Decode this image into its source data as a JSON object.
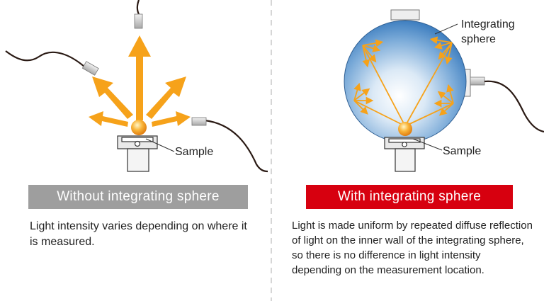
{
  "colors": {
    "arrow": "#f6a21a",
    "sphere_dark": "#3f7fc0",
    "sphere_light": "#ffffff",
    "banner_without": "#9e9e9e",
    "banner_with": "#d7000f",
    "divider": "#c8c8c8",
    "cable": "#2a1a14"
  },
  "left_panel": {
    "sample_label": "Sample",
    "banner": "Without integrating sphere",
    "description": "Light intensity varies depending on where it is measured."
  },
  "right_panel": {
    "sphere_label_line1": "Integrating",
    "sphere_label_line2": "sphere",
    "sample_label": "Sample",
    "banner": "With integrating sphere",
    "description": "Light is made uniform by repeated diffuse reflection of light on the inner wall of the integrating sphere, so there is no difference in light intensity depending on the measurement location."
  }
}
